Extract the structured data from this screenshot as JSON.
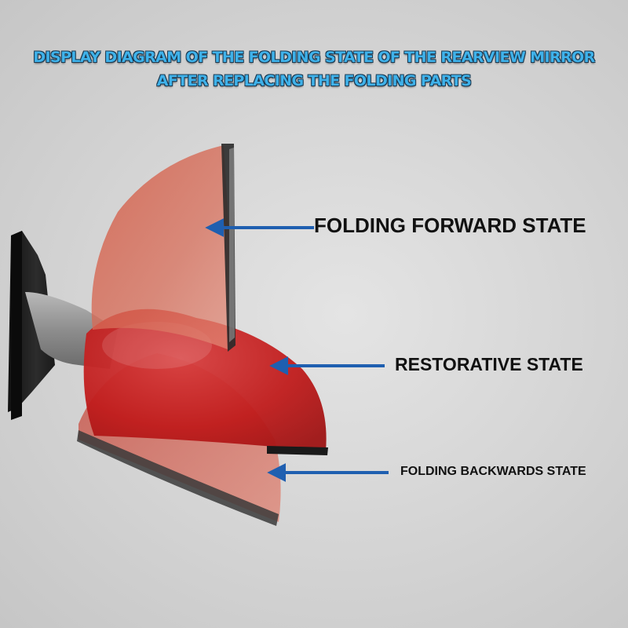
{
  "title": {
    "line1": "DISPLAY DIAGRAM OF THE FOLDING STATE OF THE REARVIEW MIRROR",
    "line2": "AFTER REPLACING THE FOLDING PARTS"
  },
  "labels": {
    "forward": "FOLDING FORWARD STATE",
    "restorative": "RESTORATIVE STATE",
    "backwards": "FOLDING BACKWARDS STATE"
  },
  "colors": {
    "title_text": "#3fb2ea",
    "title_outline": "#1b3a52",
    "arrow": "#1f5fb0",
    "mirror_red": "#c41e1e",
    "mirror_edge": "#2a2a2a",
    "background": "#d6d6d6"
  }
}
